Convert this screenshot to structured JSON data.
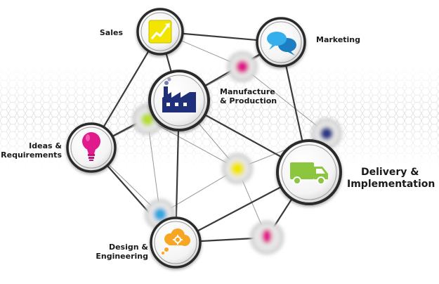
{
  "nodes": {
    "sales": {
      "label": "Sales"
    },
    "marketing": {
      "label": "Marketing"
    },
    "manufacture": {
      "label_line1": "Manufacture",
      "label_line2": "& Production"
    },
    "ideas": {
      "label_line1": "Ideas &",
      "label_line2": "Requirements"
    },
    "delivery": {
      "label_line1": "Delivery &",
      "label_line2": "Implementation"
    },
    "design": {
      "label_line1": "Design &",
      "label_line2": "Engineering"
    }
  },
  "colors": {
    "sales_icon": "#f2e600",
    "marketing_icon": "#2ea6e0",
    "manufacture_icon": "#1f2f7a",
    "ideas_icon": "#e0198c",
    "delivery_icon": "#8cc63f",
    "design_icon": "#f6a623",
    "line": "#333333"
  },
  "icons": {
    "sales": "growth-chart-icon",
    "marketing": "speech-bubbles-icon",
    "manufacture": "factory-icon",
    "ideas": "lightbulb-icon",
    "delivery": "truck-icon",
    "design": "thought-cloud-gear-icon"
  }
}
